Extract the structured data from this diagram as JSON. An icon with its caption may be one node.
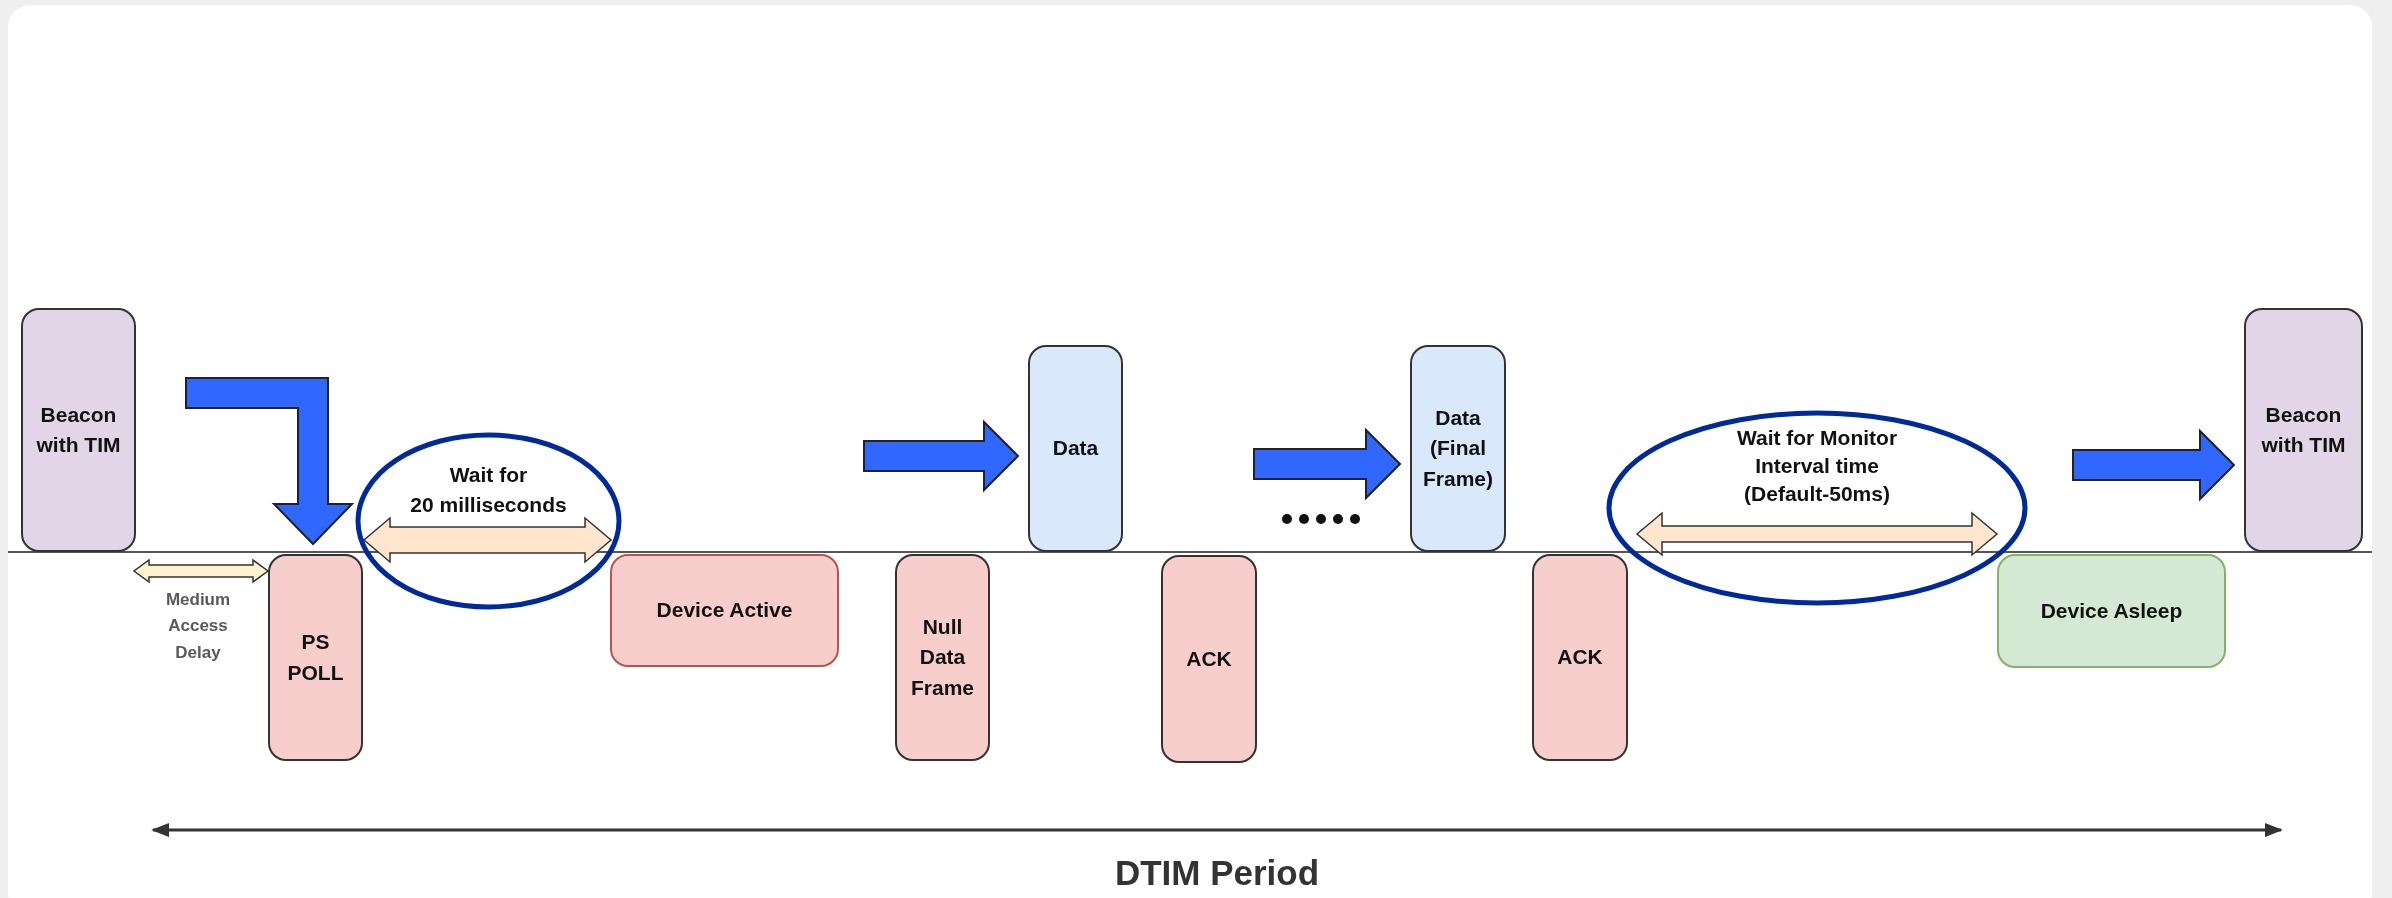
{
  "diagram": {
    "nodes": [
      {
        "text": [
          "Beacon with TIM"
        ]
      },
      {
        "text": [
          "PS POLL"
        ]
      },
      {
        "text": [
          "Wait for 20 milliseconds"
        ]
      },
      {
        "text": [
          "Device Active"
        ]
      },
      {
        "text": [
          "Null Data Frame"
        ]
      },
      {
        "text": [
          "Data"
        ]
      },
      {
        "text": [
          "ACK"
        ]
      },
      {
        "text": [
          "Data (Final Frame)"
        ]
      },
      {
        "text": [
          "ACK"
        ]
      },
      {
        "text": [
          "Wait for Monitor Interval time (Default-50ms)"
        ]
      },
      {
        "text": [
          "Device Asleep"
        ]
      },
      {
        "text": [
          "Beacon with TIM"
        ]
      }
    ],
    "edges": [
      {
        "from": null,
        "to": 1,
        "arrow": "to"
      },
      {
        "from": null,
        "to": 5,
        "arrow": "to"
      },
      {
        "from": null,
        "to": 7,
        "arrow": "to"
      },
      {
        "from": null,
        "to": 11,
        "arrow": "to"
      }
    ],
    "labels": [
      "Medium Access Delay",
      "DTIM Period"
    ]
  }
}
